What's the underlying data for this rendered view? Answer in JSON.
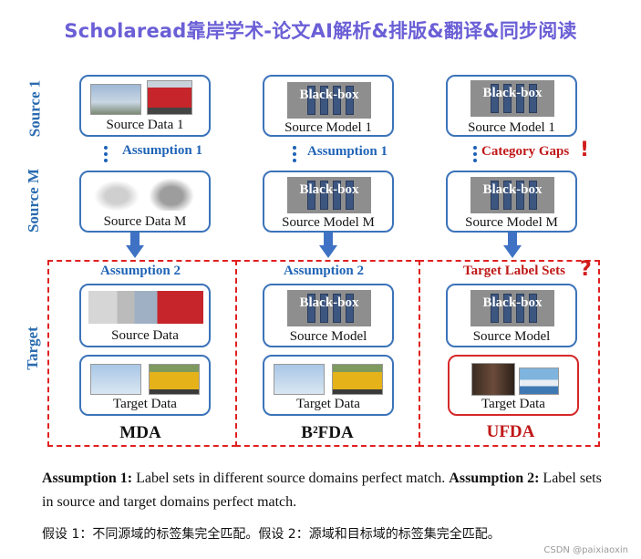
{
  "title": "Scholaread靠岸学术-论文AI解析&排版&翻译&同步阅读",
  "row_labels": {
    "source1": "Source 1",
    "sourceM": "Source M",
    "target": "Target"
  },
  "blackbox_label": "Black-box",
  "columns": {
    "mda": {
      "method": "MDA",
      "source1_caption": "Source Data 1",
      "between_label": "Assumption 1",
      "sourceM_caption": "Source Data M",
      "target_assumption": "Assumption 2",
      "source_caption": "Source Data",
      "target_caption": "Target Data"
    },
    "b2fda": {
      "method": "B²FDA",
      "source1_caption": "Source Model 1",
      "between_label": "Assumption 1",
      "sourceM_caption": "Source Model M",
      "target_assumption": "Assumption 2",
      "source_caption": "Source Model",
      "target_caption": "Target Data"
    },
    "ufda": {
      "method": "UFDA",
      "source1_caption": "Source Model 1",
      "between_label": "Category Gaps",
      "sourceM_caption": "Source Model M",
      "target_assumption": "Target Label Sets",
      "source_caption": "Source Model",
      "target_caption": "Target Data"
    }
  },
  "marks": {
    "exclaim": "!",
    "question": "?"
  },
  "notes": {
    "a1_label": "Assumption 1:",
    "a1_text": " Label sets in different source domains perfect match. ",
    "a2_label": "Assumption 2:",
    "a2_text": " Label sets in source and target domains perfect match.",
    "chinese": "假设 1：不同源域的标签集完全匹配。假设 2：源域和目标域的标签集完全匹配。"
  },
  "watermark": "CSDN @paixiaoxin",
  "colors": {
    "blue": "#3b73b9",
    "red": "#d62828",
    "title": "#6b5fd6",
    "arrow": "#3f72c4"
  }
}
